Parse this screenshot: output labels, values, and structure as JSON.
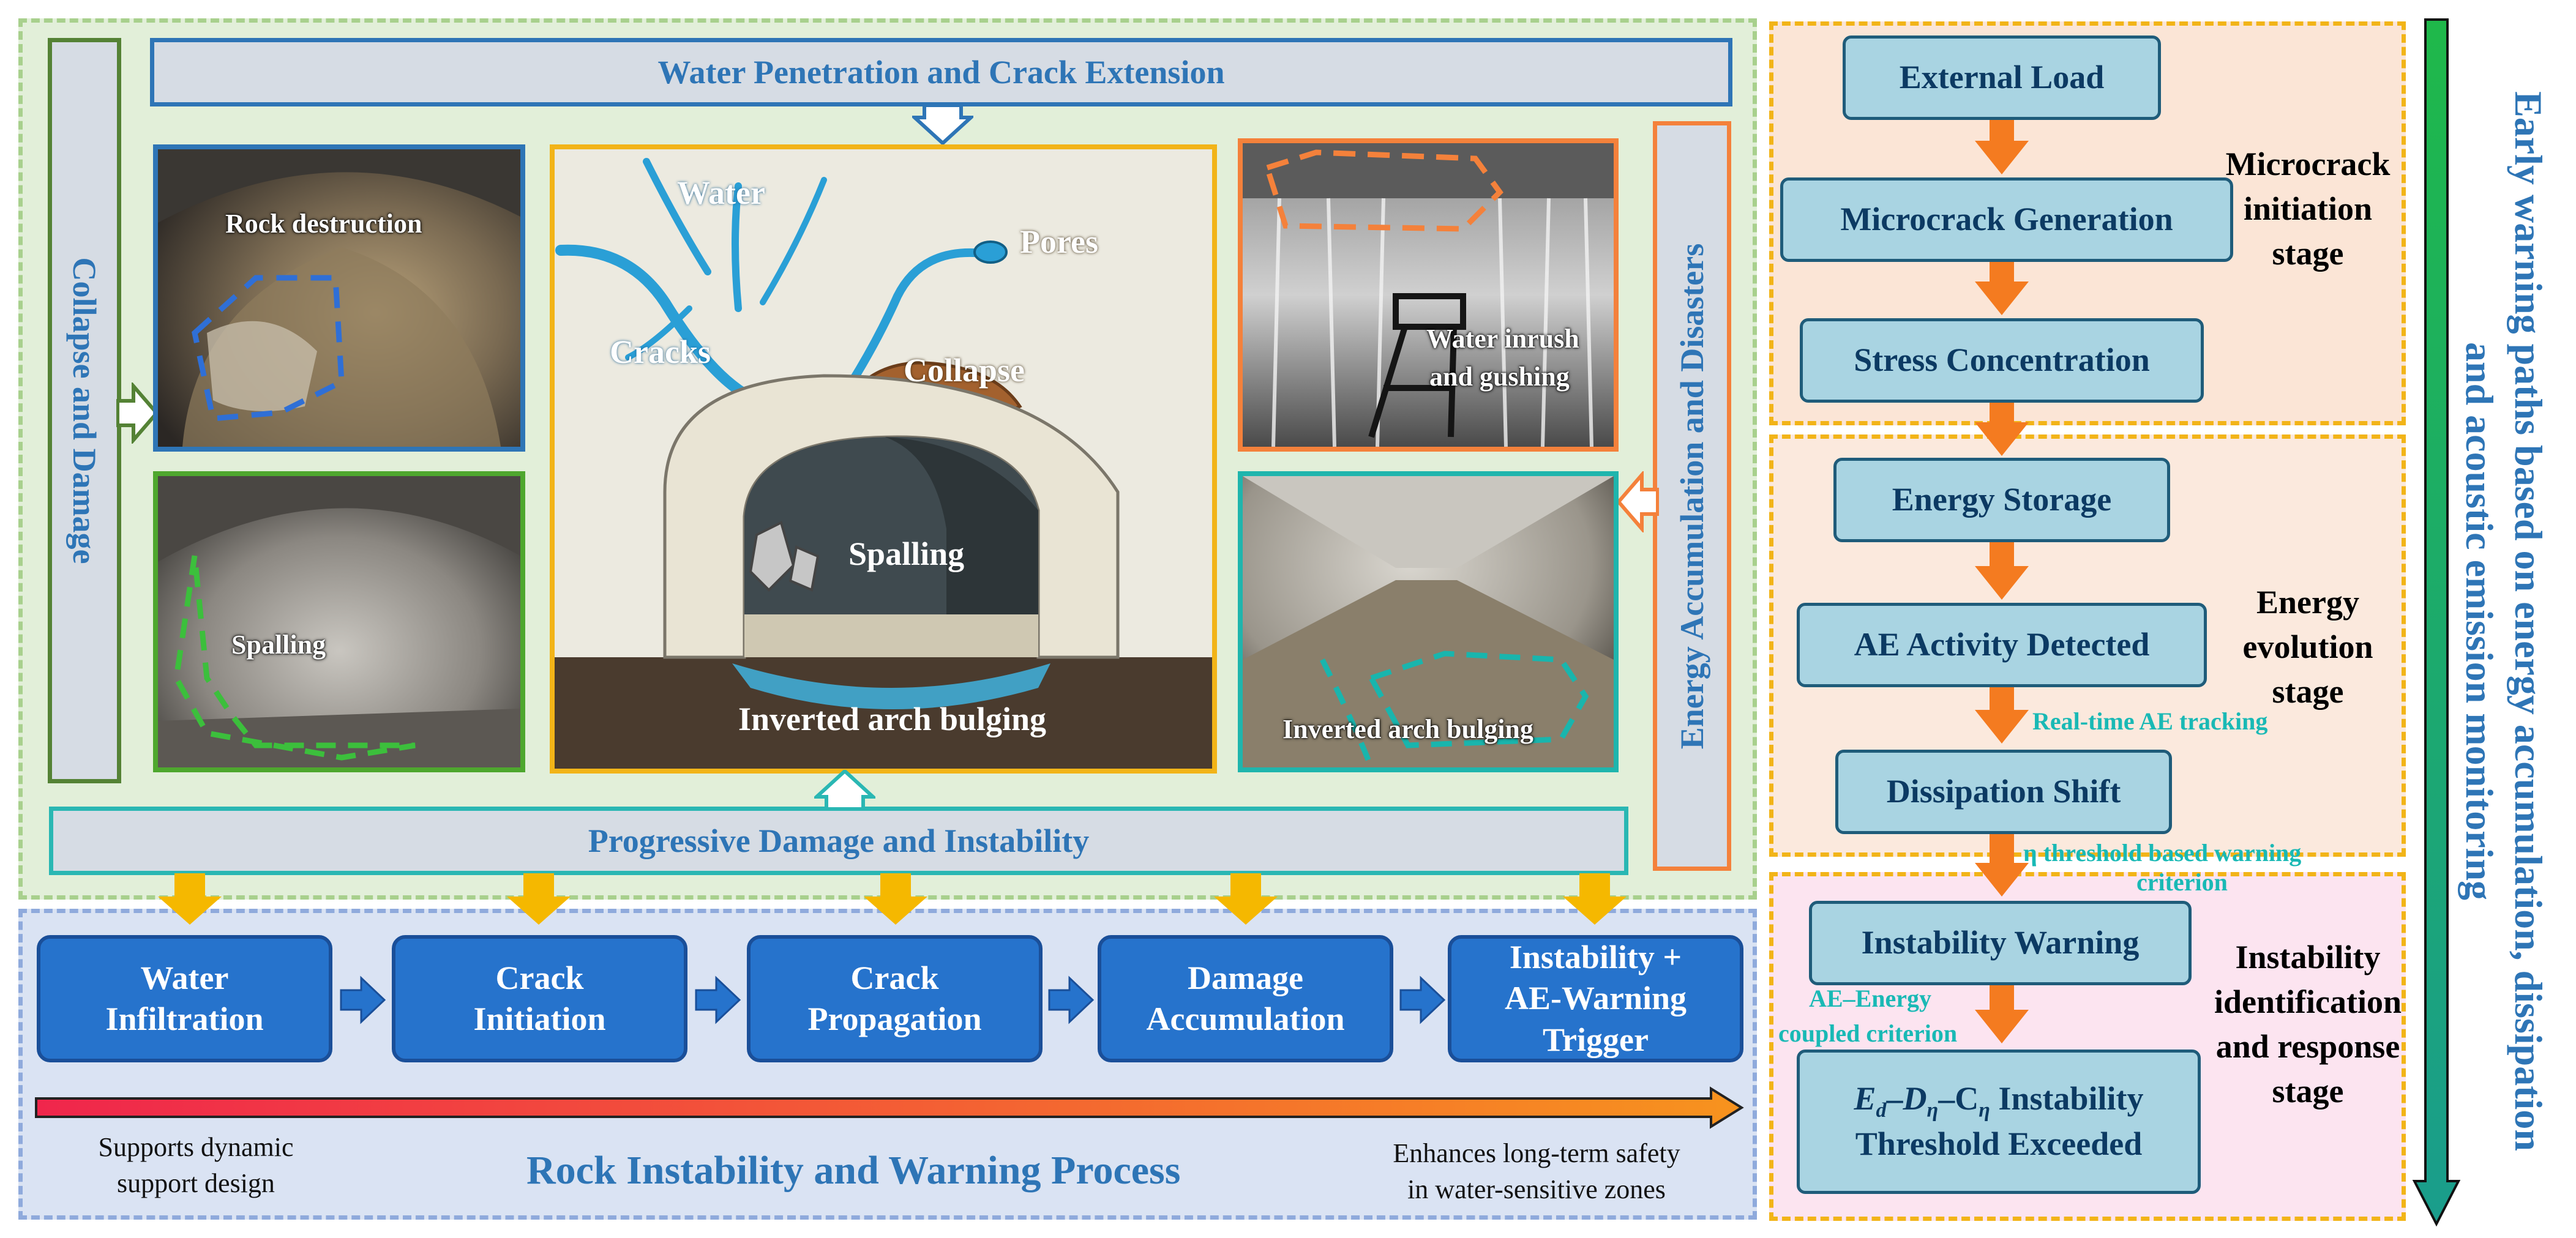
{
  "top_banner": "Water Penetration and Crack Extension",
  "bottom_banner": "Progressive Damage and Instability",
  "left_banner": "Collapse and Damage",
  "right_banner": "Energy Accumulation and Disasters",
  "photos": {
    "rock": "Rock destruction",
    "spalling": "Spalling",
    "water_line1": "Water inrush",
    "water_line2": "and gushing",
    "arch": "Inverted arch bulging"
  },
  "illustration": {
    "water": "Water",
    "pores": "Pores",
    "cracks": "Cracks",
    "collapse": "Collapse",
    "spalling": "Spalling",
    "bulging": "Inverted arch bulging"
  },
  "process": {
    "steps": [
      {
        "line1": "Water",
        "line2": "Infiltration"
      },
      {
        "line1": "Crack",
        "line2": "Initiation"
      },
      {
        "line1": "Crack",
        "line2": "Propagation"
      },
      {
        "line1": "Damage",
        "line2": "Accumulation"
      },
      {
        "line1": "Instability +",
        "line2": "AE-Warning",
        "line3": "Trigger"
      }
    ],
    "title": "Rock Instability and Warning Process",
    "note_left_1": "Supports dynamic",
    "note_left_2": "support design",
    "note_right_1": "Enhances long-term safety",
    "note_right_2": "in water-sensitive zones"
  },
  "flow": {
    "external_load": "External Load",
    "microcrack_generation": "Microcrack Generation",
    "stress_concentration": "Stress Concentration",
    "energy_storage": "Energy Storage",
    "ae_detected": "AE Activity Detected",
    "dissipation_shift": "Dissipation Shift",
    "instability_warning": "Instability Warning",
    "threshold_line2": "Threshold Exceeded",
    "threshold_suffix": " Instability"
  },
  "stages": {
    "s1": [
      "Microcrack",
      "initiation",
      "stage"
    ],
    "s2": [
      "Energy",
      "evolution",
      "stage"
    ],
    "s3": [
      "Instability",
      "identification",
      "and response",
      "stage"
    ]
  },
  "notes": {
    "realtime": "Real-time AE tracking",
    "eta_line1": "η threshold based warning",
    "eta_line2": "criterion",
    "ae_energy_1": "AE–Energy",
    "ae_energy_2": "coupled criterion"
  },
  "right_title": {
    "line1": "Early warning paths based on energy accumulation, dissipation",
    "line2": "and acoustic emission monitoring"
  },
  "colors": {
    "accent_blue": "#2e75b6",
    "process_box": "#2673cc",
    "flow_box": "#a9d4e2",
    "arrow_orange": "#f47b20",
    "arrow_yellow": "#f5b800"
  }
}
